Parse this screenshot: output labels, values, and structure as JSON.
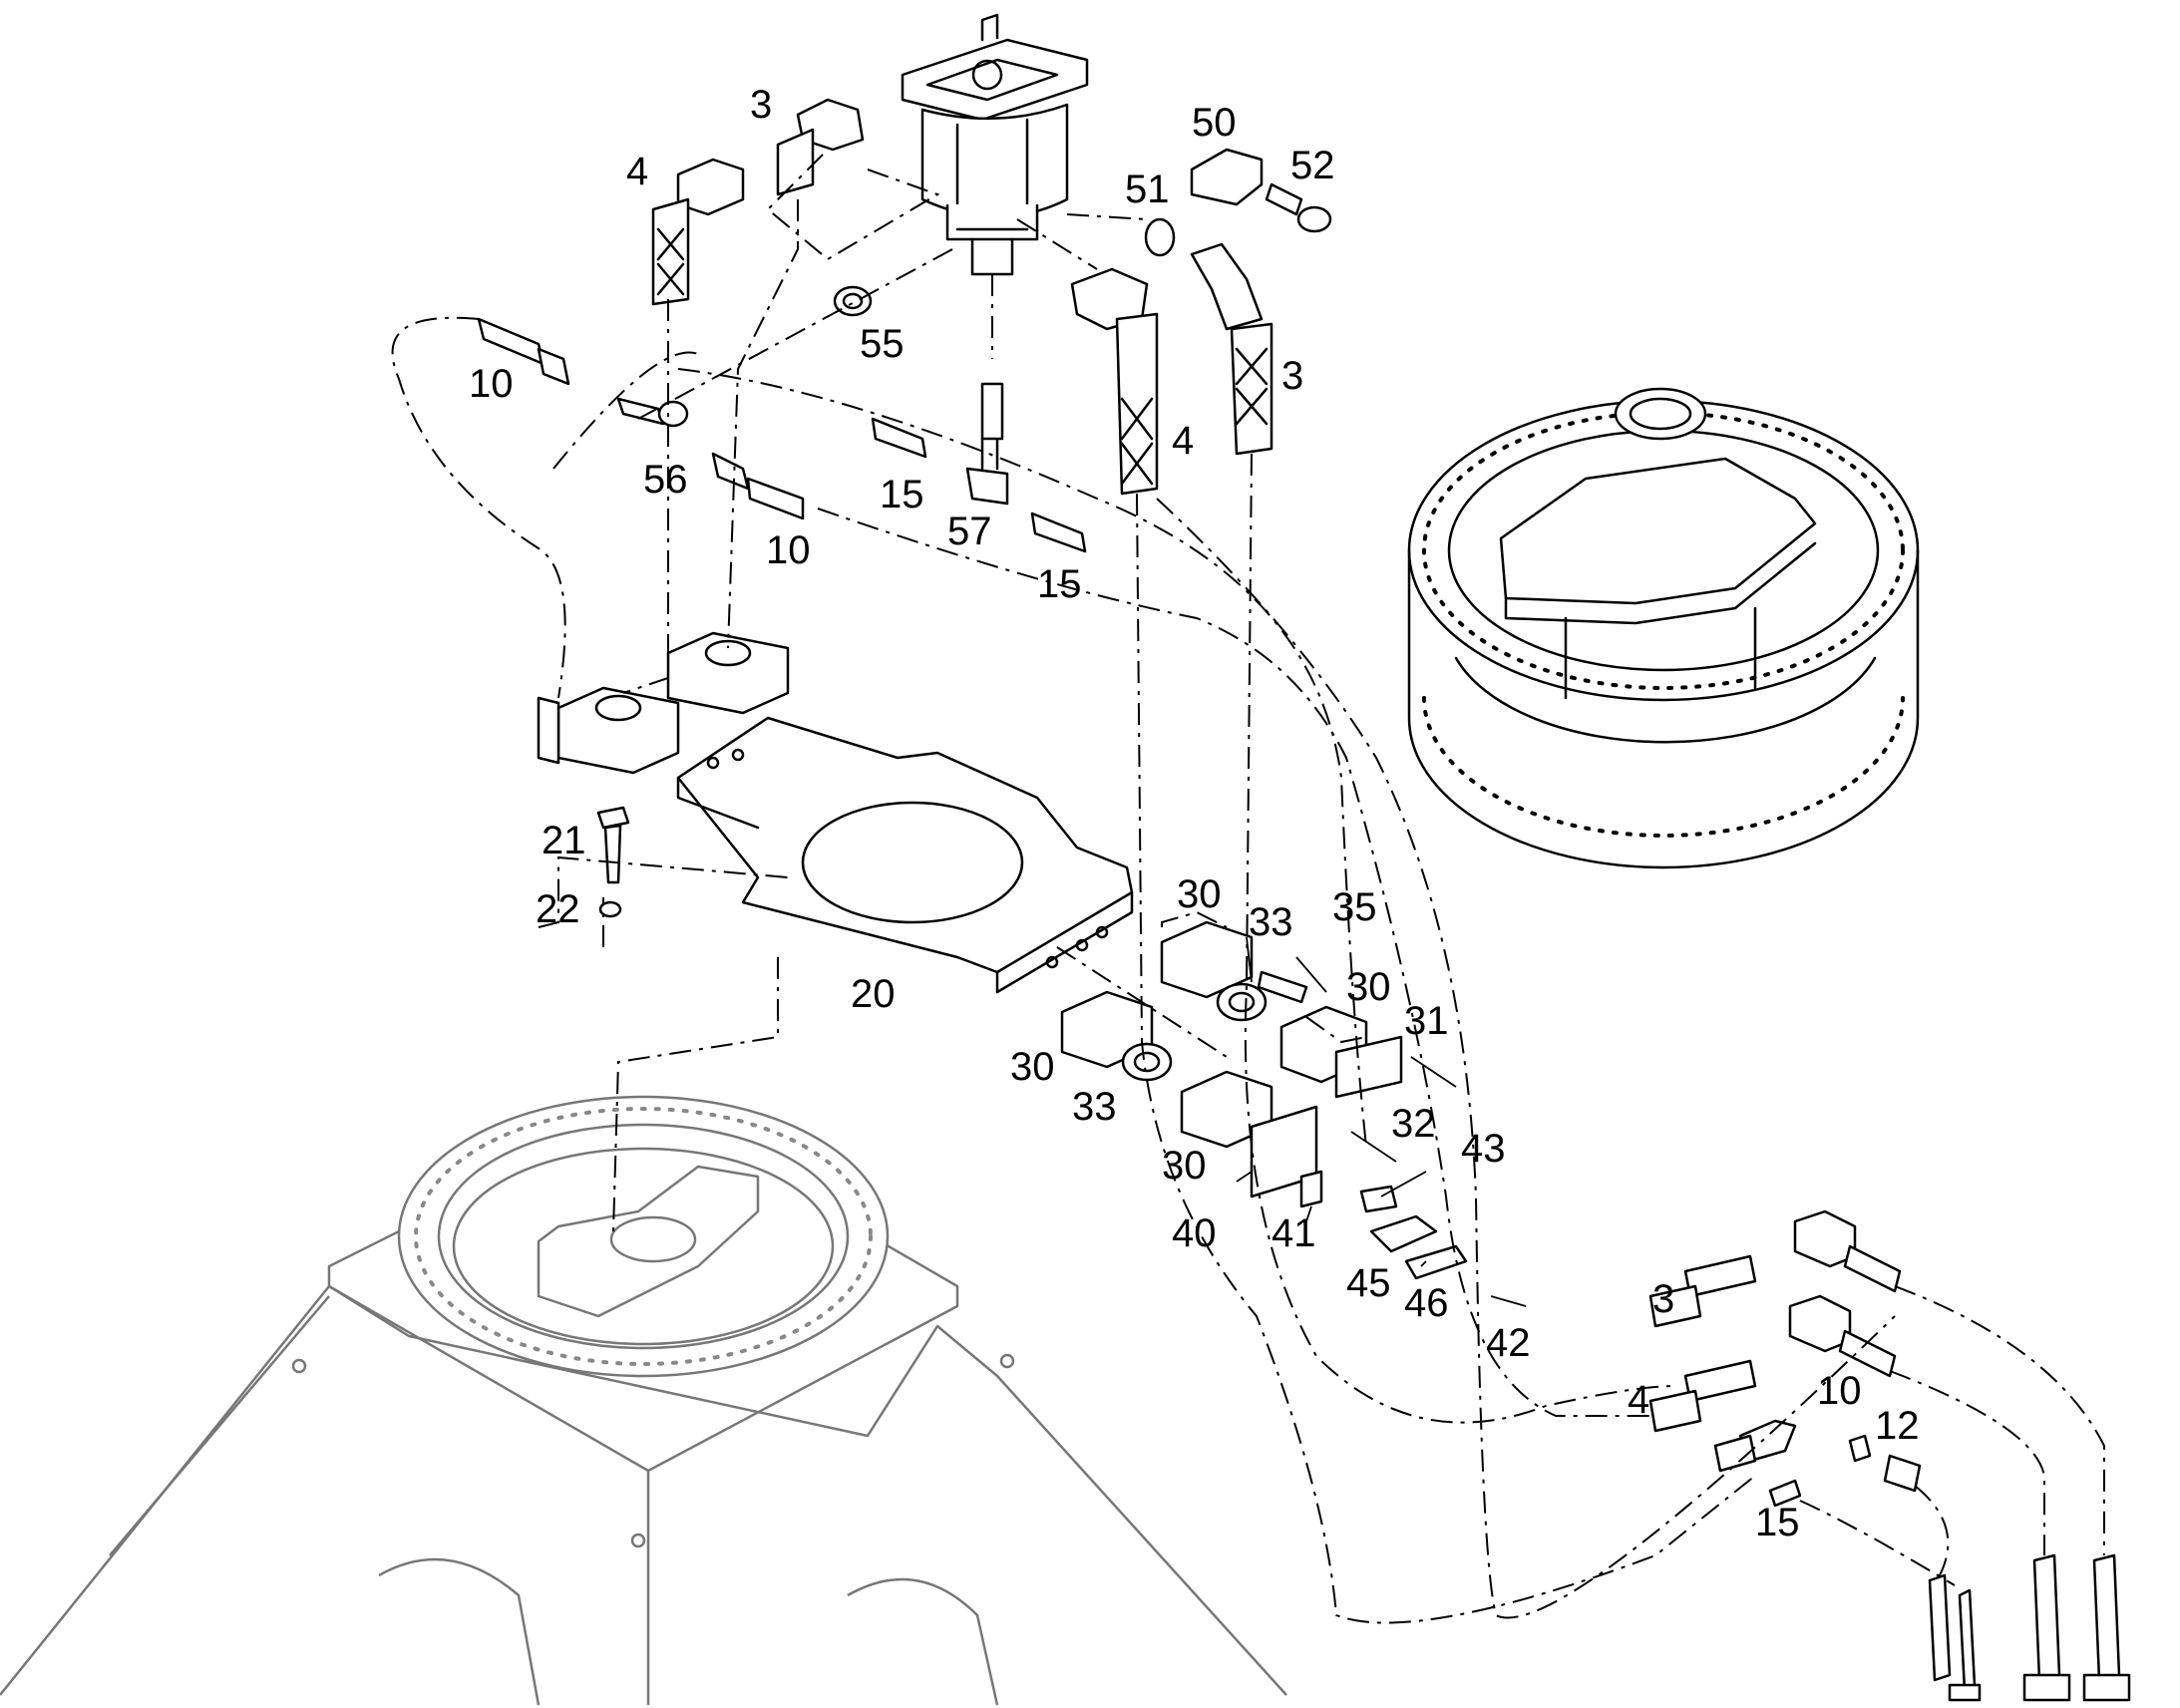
{
  "callouts": {
    "c3a": "3",
    "c4a": "4",
    "c50": "50",
    "c52": "52",
    "c51": "51",
    "c55": "55",
    "c3b": "3",
    "c10a": "10",
    "c4b": "4",
    "c56": "56",
    "c15a": "15",
    "c57": "57",
    "c10b": "10",
    "c15b": "15",
    "c21": "21",
    "c22": "22",
    "c20": "20",
    "c30a": "30",
    "c33a": "33",
    "c35": "35",
    "c30b": "30",
    "c31": "31",
    "c30c": "30",
    "c33b": "33",
    "c32": "32",
    "c43": "43",
    "c30d": "30",
    "c40": "40",
    "c41": "41",
    "c45": "45",
    "c46": "46",
    "c42": "42",
    "c3c": "3",
    "c4c": "4",
    "c10c": "10",
    "c12": "12",
    "c15c": "15"
  },
  "icons": {
    "motor": "hydraulic-motor-icon",
    "bearing_ring": "slewing-ring-icon",
    "base": "tower-base-icon",
    "plate": "mounting-plate-icon"
  }
}
